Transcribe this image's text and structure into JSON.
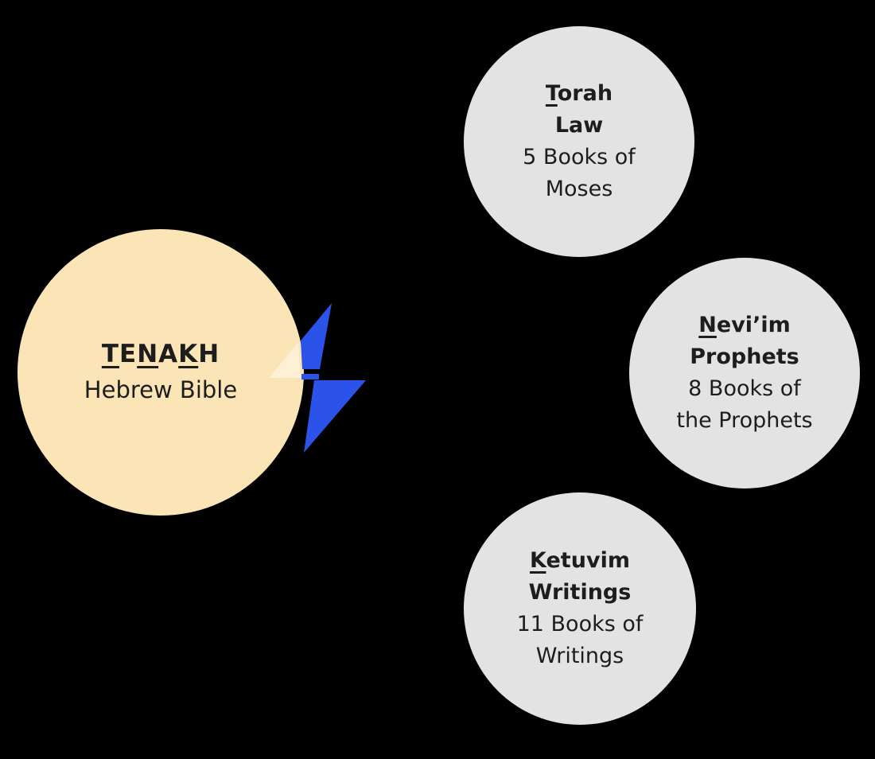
{
  "colors": {
    "background": "#000000",
    "center_fill": "#FBE5B6",
    "branch_fill": "#E3E3E3",
    "bolt_blue": "#2B53EA",
    "text": "#1D1D1D"
  },
  "diagram": {
    "center": {
      "title": {
        "text": "TENAKH",
        "underline_indices": [
          0,
          2,
          4
        ]
      },
      "subtitle": "Hebrew Bible"
    },
    "branches": [
      {
        "id": "torah",
        "title": {
          "text": "Torah",
          "underline_indices": [
            0
          ]
        },
        "subtitle": "Law",
        "detail_lines": [
          "5 Books of",
          "Moses"
        ]
      },
      {
        "id": "neviim",
        "title": {
          "text": "Nevi’im",
          "underline_indices": [
            0
          ]
        },
        "subtitle": "Prophets",
        "detail_lines": [
          "8 Books of",
          "the Prophets"
        ]
      },
      {
        "id": "ketuvim",
        "title": {
          "text": "Ketuvim",
          "underline_indices": [
            0
          ]
        },
        "subtitle": "Writings",
        "detail_lines": [
          "11 Books of",
          "Writings"
        ]
      }
    ],
    "icons": [
      {
        "name": "lightning-bolt-icon",
        "color": "#2B53EA"
      }
    ]
  }
}
